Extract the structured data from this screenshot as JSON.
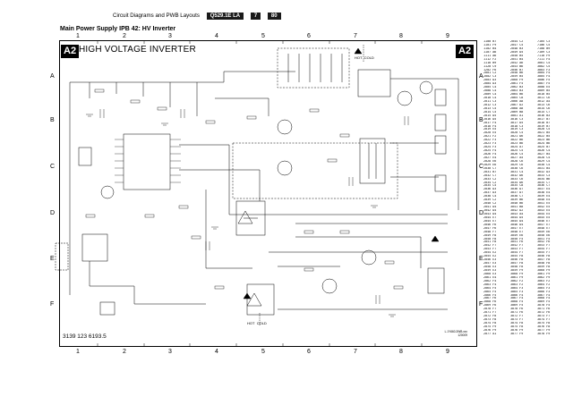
{
  "header": {
    "section": "Circuit Diagrams and PWB Layouts",
    "tags": [
      "Q529.1E LA",
      "7",
      "80"
    ]
  },
  "subtitle": "Main Power Supply IPB 42: HV Inverter",
  "title": "HIGH VOLTAGE INVERTER",
  "badge": "A2",
  "grid": {
    "columns": [
      "1",
      "2",
      "3",
      "4",
      "5",
      "6",
      "7",
      "8",
      "9"
    ],
    "rows": [
      "A",
      "B",
      "C",
      "D",
      "E",
      "F"
    ]
  },
  "doc_number": "3139 123 6193.5",
  "ref_text": [
    "L.1Y660.3WB.xxx",
    "120009"
  ],
  "hot_cold": [
    {
      "hot": "HOT",
      "cold": "COLD"
    },
    {
      "hot": "HOT",
      "cold": "COLD"
    }
  ],
  "parts_index": [
    [
      "1100 B7",
      "2044 C2",
      "7105 C3"
    ],
    [
      "1101 F9",
      "2047 C5",
      "7106 C5"
    ],
    [
      "1102 B4",
      "2048 B3",
      "7108 B9"
    ],
    [
      "1107 A6",
      "2049 D5",
      "7109 C3"
    ],
    [
      "1111 A6",
      "2050 B5",
      "7110 F9"
    ],
    [
      "1112 F2",
      "2051 B4",
      "7111 F4"
    ],
    [
      "1118 B9",
      "2052 A6",
      "3001 C4"
    ],
    [
      "1120 C9",
      "2053 B6",
      "3002 C5"
    ],
    [
      "1202 F6",
      "2056 B7",
      "3003 F3"
    ],
    [
      "2001 C2",
      "2058 B6",
      "3004 F4"
    ],
    [
      "2002 C3",
      "2059 B5",
      "3005 F4"
    ],
    [
      "2003 D3",
      "2060 F9",
      "3006 F5"
    ],
    [
      "2004 D3",
      "2061 F5",
      "3007 F5"
    ],
    [
      "2005 C4",
      "2062 B3",
      "3008 E5"
    ],
    [
      "2008 C4",
      "2063 B3",
      "3009 B5"
    ],
    [
      "2009 C4",
      "2064 B6",
      "3010 B5"
    ],
    [
      "2010 C4",
      "2065 C8",
      "3011 C6"
    ],
    [
      "2011 C3",
      "2066 A8",
      "3012 A4"
    ],
    [
      "2012 C3",
      "2067 D2",
      "3013 C6"
    ],
    [
      "2013 C5",
      "2068 A8",
      "3014 C6"
    ],
    [
      "2014 C5",
      "2069 B8",
      "3015 C7"
    ],
    [
      "2015 D5",
      "3001 A1",
      "3016 B3"
    ],
    [
      "2016 D5",
      "3016 C3",
      "3017 B7"
    ],
    [
      "2017 F4",
      "3017 D5",
      "3018 B7"
    ],
    [
      "2018 F4",
      "3018 C3",
      "3019 B7"
    ],
    [
      "2019 E5",
      "3019 C3",
      "3020 C5"
    ],
    [
      "2020 E5",
      "3020 C5",
      "3021 B5"
    ],
    [
      "2021 F2",
      "3021 D6",
      "3022 B5"
    ],
    [
      "2022 F3",
      "3022 B6",
      "3023 B6"
    ],
    [
      "2023 F3",
      "3023 B6",
      "3024 B6"
    ],
    [
      "2024 F3",
      "3024 A7",
      "3025 B7"
    ],
    [
      "2025 F4",
      "3025 C5",
      "3026 C4"
    ],
    [
      "2026 F4",
      "3026 C5",
      "3027 B4"
    ],
    [
      "2027 E4",
      "3027 A5",
      "3028 C4"
    ],
    [
      "2028 E6",
      "3028 C6",
      "3029 C4"
    ],
    [
      "2029 E6",
      "3029 C6",
      "3030 C4"
    ],
    [
      "2030 C7",
      "3030 C6",
      "3031 B4"
    ],
    [
      "2031 B7",
      "3031 C4",
      "3032 D3"
    ],
    [
      "2032 C7",
      "3032 D6",
      "3033 C3"
    ],
    [
      "2033 C2",
      "3033 C6",
      "3034 B6"
    ],
    [
      "2034 C2",
      "3034 D6",
      "3035 C7"
    ],
    [
      "2035 C5",
      "3035 C8",
      "3036 C7"
    ],
    [
      "2036 D3",
      "3036 D7",
      "3037 E4"
    ],
    [
      "2037 D3",
      "3037 D7",
      "3038 E4"
    ],
    [
      "2038 C4",
      "3038 C7",
      "3039 E4"
    ],
    [
      "2039 C2",
      "3039 B6",
      "3040 E4"
    ],
    [
      "2040 C2",
      "3040 B6",
      "3041 E5"
    ],
    [
      "2041 D4",
      "3041 B8",
      "3042 E5"
    ],
    [
      "2042 D4",
      "3042 D2",
      "3043 E5"
    ],
    [
      "2043 D4",
      "3043 A4",
      "3044 E5"
    ],
    [
      "2044 E7",
      "3044 D5",
      "3045 E5"
    ],
    [
      "2045 E7",
      "3045 D4",
      "3046 E7"
    ],
    [
      "2046 F6",
      "3046 D4",
      "3047 E7"
    ],
    [
      "2047 F6",
      "3047 E7",
      "3048 E7"
    ],
    [
      "2048 F7",
      "3048 E7",
      "3049 E6"
    ],
    [
      "2049 F8",
      "3049 E6",
      "3050 E6"
    ],
    [
      "2050 F8",
      "3050 F5",
      "3051 F5"
    ],
    [
      "2051 F8",
      "3051 F6",
      "3052 F6"
    ],
    [
      "2052 F7",
      "3052 F7",
      "3053 F7"
    ],
    [
      "2053 F7",
      "3053 F7",
      "3054 F7"
    ],
    [
      "2054 E2",
      "3054 F7",
      "3055 F7"
    ],
    [
      "2055 E2",
      "3055 F8",
      "3056 F8"
    ],
    [
      "2056 E3",
      "3056 F8",
      "3057 F8"
    ],
    [
      "2057 E3",
      "3057 F8",
      "3058 F8"
    ],
    [
      "2058 E3",
      "3058 F8",
      "3059 F8"
    ],
    [
      "2059 E3",
      "3059 F9",
      "3060 F9"
    ],
    [
      "2060 E3",
      "3060 F9",
      "3061 F9"
    ],
    [
      "2061 E4",
      "3061 F9",
      "3062 F9"
    ],
    [
      "2062 F4",
      "3062 F2",
      "3063 F2"
    ],
    [
      "2063 F4",
      "3063 F2",
      "3064 F2"
    ],
    [
      "2064 F5",
      "3064 F3",
      "3065 F3"
    ],
    [
      "2065 F5",
      "3065 F3",
      "3066 F3"
    ],
    [
      "2066 F5",
      "3066 F4",
      "3067 F4"
    ],
    [
      "2067 F6",
      "3067 F4",
      "3068 F4"
    ],
    [
      "2068 F6",
      "3068 F5",
      "3069 F5"
    ],
    [
      "2069 F6",
      "3069 F5",
      "3070 F5"
    ],
    [
      "2070 F7",
      "3070 F6",
      "3071 F6"
    ],
    [
      "2071 F7",
      "3071 F6",
      "3072 F6"
    ],
    [
      "2072 F8",
      "3072 F7",
      "3073 F7"
    ],
    [
      "2073 F8",
      "3073 F7",
      "3074 F7"
    ],
    [
      "2074 F8",
      "3074 F8",
      "3075 F8"
    ],
    [
      "2075 F9",
      "3075 F8",
      "3076 F8"
    ],
    [
      "2076 F9",
      "3076 F9",
      "3077 F9"
    ],
    [
      "2077 A1",
      "3077 F9",
      "3078 F9"
    ]
  ]
}
